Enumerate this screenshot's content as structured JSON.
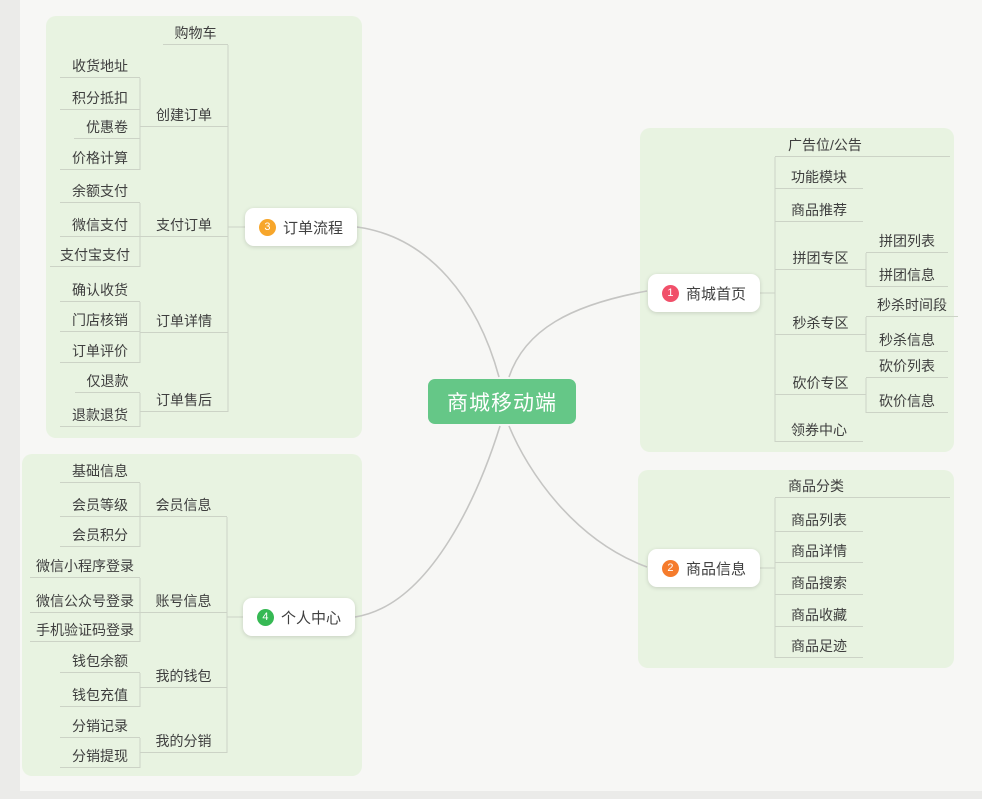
{
  "root": {
    "label": "商城移动端"
  },
  "branches": [
    {
      "label": "商城首页",
      "badge": "1",
      "badge_color": "#f1506a",
      "children": [
        {
          "label": "广告位/公告"
        },
        {
          "label": "功能模块"
        },
        {
          "label": "商品推荐"
        },
        {
          "label": "拼团专区",
          "children": [
            {
              "label": "拼团列表"
            },
            {
              "label": "拼团信息"
            }
          ]
        },
        {
          "label": "秒杀专区",
          "children": [
            {
              "label": "秒杀时间段"
            },
            {
              "label": "秒杀信息"
            }
          ]
        },
        {
          "label": "砍价专区",
          "children": [
            {
              "label": "砍价列表"
            },
            {
              "label": "砍价信息"
            }
          ]
        },
        {
          "label": "领券中心"
        }
      ]
    },
    {
      "label": "商品信息",
      "badge": "2",
      "badge_color": "#f57b2c",
      "children": [
        {
          "label": "商品分类"
        },
        {
          "label": "商品列表"
        },
        {
          "label": "商品详情"
        },
        {
          "label": "商品搜索"
        },
        {
          "label": "商品收藏"
        },
        {
          "label": "商品足迹"
        }
      ]
    },
    {
      "label": "订单流程",
      "badge": "3",
      "badge_color": "#f7a62b",
      "children": [
        {
          "label": "购物车"
        },
        {
          "label": "创建订单",
          "children": [
            {
              "label": "收货地址"
            },
            {
              "label": "积分抵扣"
            },
            {
              "label": "优惠卷"
            },
            {
              "label": "价格计算"
            }
          ]
        },
        {
          "label": "支付订单",
          "children": [
            {
              "label": "余额支付"
            },
            {
              "label": "微信支付"
            },
            {
              "label": "支付宝支付"
            }
          ]
        },
        {
          "label": "订单详情",
          "children": [
            {
              "label": "确认收货"
            },
            {
              "label": "门店核销"
            },
            {
              "label": "订单评价"
            }
          ]
        },
        {
          "label": "订单售后",
          "children": [
            {
              "label": "仅退款"
            },
            {
              "label": "退款退货"
            }
          ]
        }
      ]
    },
    {
      "label": "个人中心",
      "badge": "4",
      "badge_color": "#36b954",
      "children": [
        {
          "label": "会员信息",
          "children": [
            {
              "label": "基础信息"
            },
            {
              "label": "会员等级"
            },
            {
              "label": "会员积分"
            }
          ]
        },
        {
          "label": "账号信息",
          "children": [
            {
              "label": "微信小程序登录"
            },
            {
              "label": "微信公众号登录"
            },
            {
              "label": "手机验证码登录"
            }
          ]
        },
        {
          "label": "我的钱包",
          "children": [
            {
              "label": "钱包余额"
            },
            {
              "label": "钱包充值"
            }
          ]
        },
        {
          "label": "我的分销",
          "children": [
            {
              "label": "分销记录"
            },
            {
              "label": "分销提现"
            }
          ]
        }
      ]
    }
  ],
  "colors": {
    "center_topic_bg": "#65c787",
    "panel_bg": "#e8f3e1",
    "underline_connector": "#ccd3c6",
    "center_curve": "#c5c5c3",
    "badge_1": "#f1506a",
    "badge_2": "#f57b2c",
    "badge_3": "#f7a62b",
    "badge_4": "#36b954"
  }
}
